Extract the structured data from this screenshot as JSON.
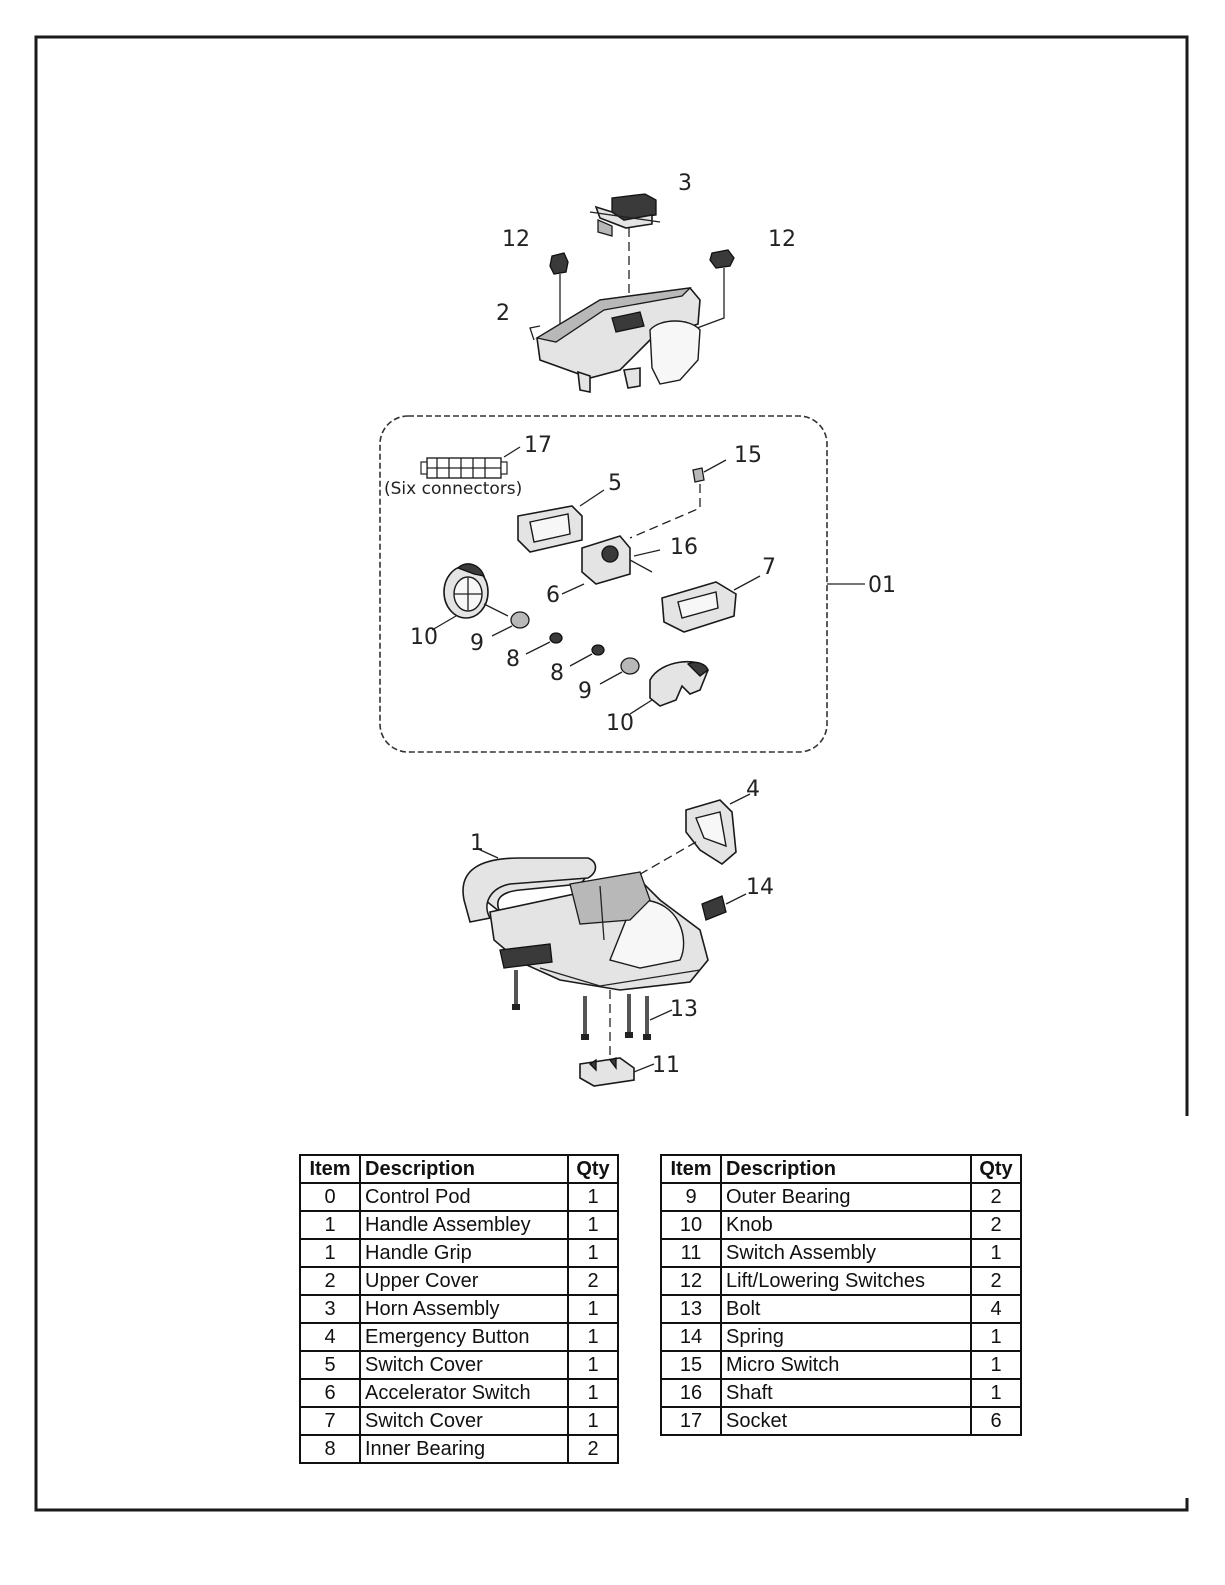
{
  "diagram": {
    "labels": {
      "upper_cover": "2",
      "horn_assembly": "3",
      "switch_left": "12",
      "switch_right": "12",
      "socket": "17",
      "socket_note": "(Six connectors)",
      "micro_switch": "15",
      "switch_cover_a": "5",
      "shaft": "16",
      "accelerator_switch": "6",
      "switch_cover_b": "7",
      "control_pod": "01",
      "knob_left": "10",
      "outer_bearing_left": "9",
      "inner_bearing_left": "8",
      "inner_bearing_right": "8",
      "outer_bearing_right": "9",
      "knob_right": "10",
      "emergency_button": "4",
      "handle": "1",
      "spring": "14",
      "bolt": "13",
      "switch_assembly": "11"
    }
  },
  "table_left": {
    "headers": [
      "Item",
      "Description",
      "Qty"
    ],
    "rows": [
      [
        "0",
        "Control Pod",
        "1"
      ],
      [
        "1",
        "Handle Assembley",
        "1"
      ],
      [
        "1",
        "Handle Grip",
        "1"
      ],
      [
        "2",
        "Upper Cover",
        "2"
      ],
      [
        "3",
        "Horn Assembly",
        "1"
      ],
      [
        "4",
        "Emergency Button",
        "1"
      ],
      [
        "5",
        "Switch Cover",
        "1"
      ],
      [
        "6",
        "Accelerator Switch",
        "1"
      ],
      [
        "7",
        "Switch Cover",
        "1"
      ],
      [
        "8",
        "Inner Bearing",
        "2"
      ]
    ]
  },
  "table_right": {
    "headers": [
      "Item",
      "Description",
      "Qty"
    ],
    "rows": [
      [
        "9",
        "Outer Bearing",
        "2"
      ],
      [
        "10",
        "Knob",
        "2"
      ],
      [
        "11",
        "Switch Assembly",
        "1"
      ],
      [
        "12",
        "Lift/Lowering Switches",
        "2"
      ],
      [
        "13",
        "Bolt",
        "4"
      ],
      [
        "14",
        "Spring",
        "1"
      ],
      [
        "15",
        "Micro Switch",
        "1"
      ],
      [
        "16",
        "Shaft",
        "1"
      ],
      [
        "17",
        "Socket",
        "6"
      ]
    ]
  }
}
